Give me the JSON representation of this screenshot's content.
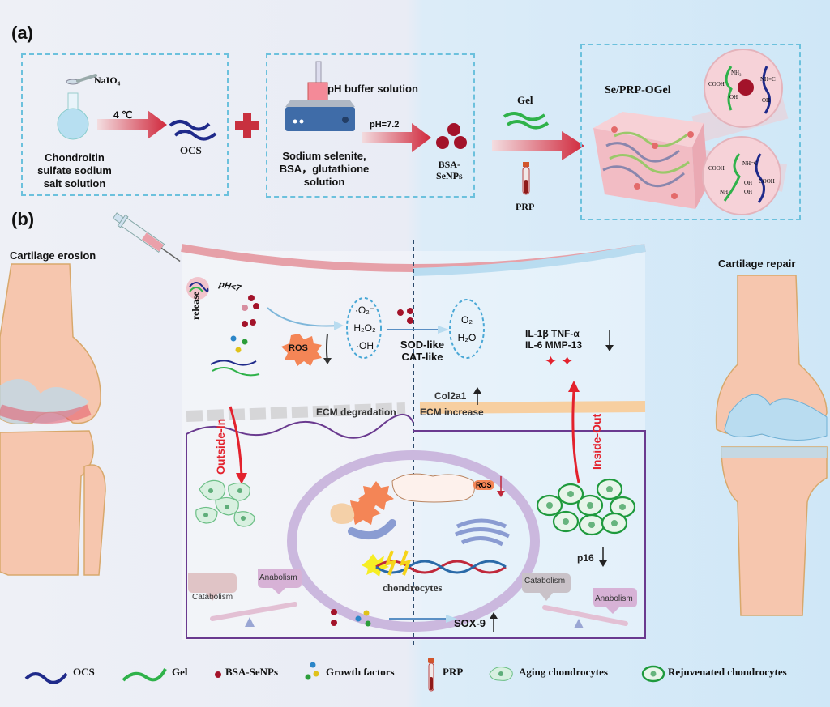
{
  "panel_a": {
    "label": "(a)",
    "step1": {
      "reagent": "NaIO₄",
      "condition": "4 ℃",
      "source_line1": "Chondroitin",
      "source_line2": "sulfate sodium",
      "source_line3": "salt solution",
      "product": "OCS"
    },
    "step2": {
      "additive": "pH buffer solution",
      "condition": "pH=7.2",
      "source_line1": "Sodium selenite,",
      "source_line2": "BSA，glutathione",
      "source_line3": "solution",
      "product_line1": "BSA-",
      "product_line2": "SeNPs"
    },
    "step3": {
      "top_input": "Gel",
      "bottom_input": "PRP",
      "product": "Se/PRP-OGel",
      "zoom1": {
        "left_top": "NH₂",
        "left_mid": "COOH",
        "left_bot": "OH",
        "right_top": "NH=C",
        "right_bot": "OH"
      },
      "zoom2": {
        "left_top": "COOH",
        "left_bot": "NH₂",
        "mid_top": "NH=C",
        "mid_oh1": "OH",
        "mid_oh2": "OH",
        "right": "COOH"
      }
    }
  },
  "panel_b": {
    "label": "(b)",
    "left_title": "Cartilage erosion",
    "right_title": "Cartilage repair",
    "ph_label": "pH<7",
    "release_label": "release",
    "ros_label": "ROS",
    "radicals": [
      "·O₂⁻",
      "H₂O₂",
      "·OH"
    ],
    "enzymes": [
      "SOD-like",
      "CAT-like"
    ],
    "products": [
      "O₂",
      "H₂O"
    ],
    "cytokines_line1": "IL-1β  TNF-α",
    "cytokines_line2": "IL-6  MMP-13",
    "ecm_left": "ECM degradation",
    "ecm_right": "ECM increase",
    "col2a1": "Col2a1",
    "outside_in": "Outside-In",
    "inside_out": "Inside-Out",
    "mito_ros": "ROS",
    "cell_label": "chondrocytes",
    "sox9": "SOX-9",
    "p16": "p16",
    "left_balance": {
      "low": "Catabolism",
      "high": "Anabolism"
    },
    "right_balance": {
      "high": "Catabolism",
      "low": "Anabolism"
    }
  },
  "legend": [
    {
      "icon": "ocs-strand-icon",
      "label": "OCS",
      "color": "#1f2a8a"
    },
    {
      "icon": "gel-strand-icon",
      "label": "Gel",
      "color": "#2fb24a"
    },
    {
      "icon": "bsa-senp-icon",
      "label": "BSA-SeNPs",
      "color": "#a3132a"
    },
    {
      "icon": "growth-factor-icon",
      "label": "Growth factors",
      "color": "#e0c21a"
    },
    {
      "icon": "prp-tube-icon",
      "label": "PRP",
      "color": "#c0392b"
    },
    {
      "icon": "aging-chondrocyte-icon",
      "label": "Aging chondrocytes",
      "color": "#8fd0a8"
    },
    {
      "icon": "rejuvenated-chondrocyte-icon",
      "label": "Rejuvenated chondrocytes",
      "color": "#1f9a3d"
    }
  ],
  "colors": {
    "dash_box": "#6cc1dd",
    "arrow_red": "#d0283c",
    "membrane_purple": "#6a3a8f",
    "accent_red": "#e3222d"
  }
}
